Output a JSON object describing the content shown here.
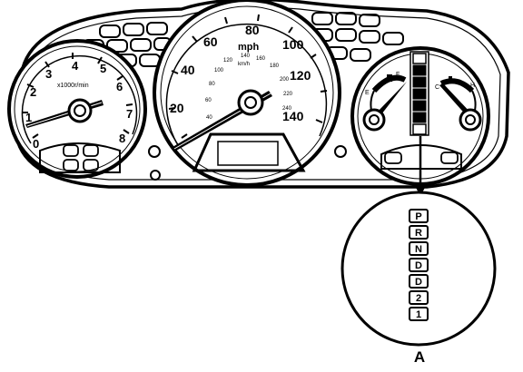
{
  "tachometer": {
    "numbers": [
      "0",
      "1",
      "2",
      "3",
      "4",
      "5",
      "6",
      "7",
      "8"
    ],
    "unit": "x1000r/min"
  },
  "speedometer": {
    "numbers": [
      "20",
      "40",
      "60",
      "80",
      "100",
      "120",
      "140"
    ],
    "unit": "mph",
    "kmh_unit": "km/h",
    "kmh_numbers": [
      "40",
      "60",
      "80",
      "100",
      "120",
      "140",
      "160",
      "180",
      "200",
      "220",
      "240"
    ]
  },
  "right_gauges": {
    "fuel_marks": [
      "E",
      "F"
    ],
    "temp_marks": [
      "C",
      "H"
    ]
  },
  "gear_indicator": {
    "gears": [
      "P",
      "R",
      "N",
      "D",
      "D",
      "2",
      "1"
    ]
  },
  "callout": {
    "label": "A"
  }
}
